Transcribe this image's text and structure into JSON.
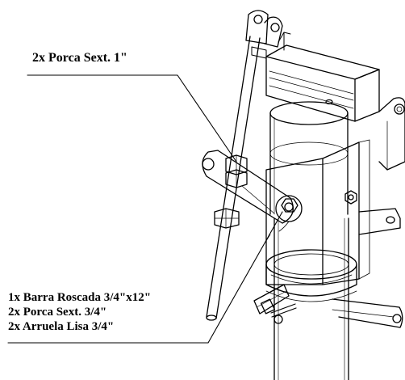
{
  "callouts": {
    "top": {
      "lines": [
        "2x Porca Sext. 1\""
      ]
    },
    "bottom": {
      "lines": [
        "1x Barra Roscada 3/4\"x12\"",
        "2x Porca Sext. 3/4\"",
        "2x Arruela Lisa 3/4\""
      ]
    }
  },
  "colors": {
    "ink": "#000000",
    "paper": "#ffffff"
  }
}
